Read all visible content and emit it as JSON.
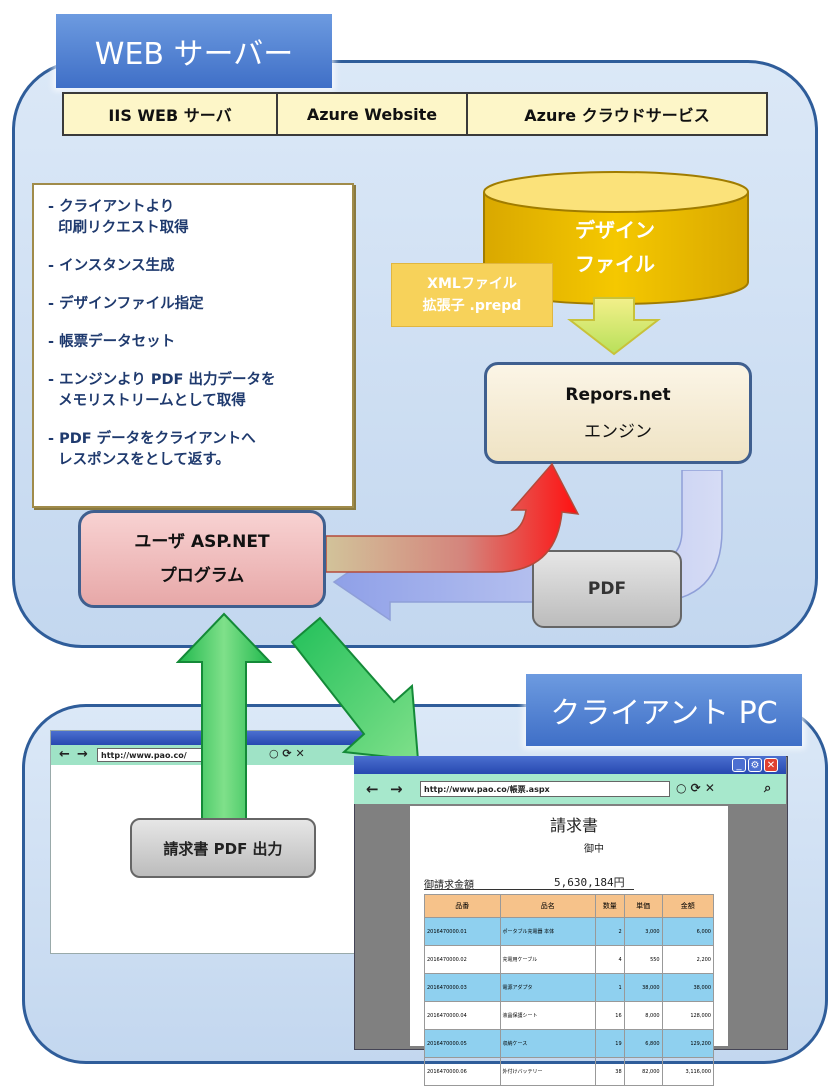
{
  "web_server": {
    "title": "WEB サーバー",
    "hosts": [
      "IIS WEB サーバ",
      "Azure Website",
      "Azure クラウドサービス"
    ]
  },
  "steps": [
    "- クライアントより\n  印刷リクエスト取得",
    "- インスタンス生成",
    "- デザインファイル指定",
    "- 帳票データセット",
    "- エンジンより PDF 出力データを\n  メモリストリームとして取得",
    "- PDF データをクライアントへ\n  レスポンスをとして返す。"
  ],
  "design_file": {
    "line1": "デザイン",
    "line2": "ファイル"
  },
  "xml_note": {
    "line1": "XMLファイル",
    "line2": "拡張子 .prepd"
  },
  "engine": {
    "name": "Repors.net",
    "label": "エンジン"
  },
  "user_program": {
    "line1": "ユーザ ASP.NET",
    "line2": "プログラム"
  },
  "pdf_label": "PDF",
  "client": {
    "title": "クライアント PC",
    "back_browser_url": "http://www.pao.co/",
    "front_browser_url": "http://www.pao.co/帳票.aspx",
    "output_button": "請求書 PDF 出力"
  },
  "invoice": {
    "title": "請求書",
    "company": "御中",
    "total_label": "御請求金額",
    "total_value": "5,630,184円",
    "columns": [
      "品番",
      "品名",
      "数量",
      "単価",
      "金額"
    ],
    "rows": [
      [
        "2016470000.01",
        "ポータブル充電器 本体",
        "2",
        "3,000",
        "6,000"
      ],
      [
        "2016470000.02",
        "充電用ケーブル",
        "4",
        "550",
        "2,200"
      ],
      [
        "2016470000.03",
        "電源アダプタ",
        "1",
        "38,000",
        "38,000"
      ],
      [
        "2016470000.04",
        "液晶保護シート",
        "16",
        "8,000",
        "128,000"
      ],
      [
        "2016470000.05",
        "収納ケース",
        "19",
        "6,800",
        "129,200"
      ],
      [
        "2016470000.06",
        "外付けバッテリー",
        "38",
        "82,000",
        "3,116,000"
      ]
    ]
  },
  "colors": {
    "panel_border": "#2f5d9a",
    "tab_blue": "#4a7bd4",
    "design_gold": "#e6b800",
    "user_box_pink": "#f2b6b6",
    "arrow_green": "#22c05a",
    "arrow_red": "#e02020"
  }
}
